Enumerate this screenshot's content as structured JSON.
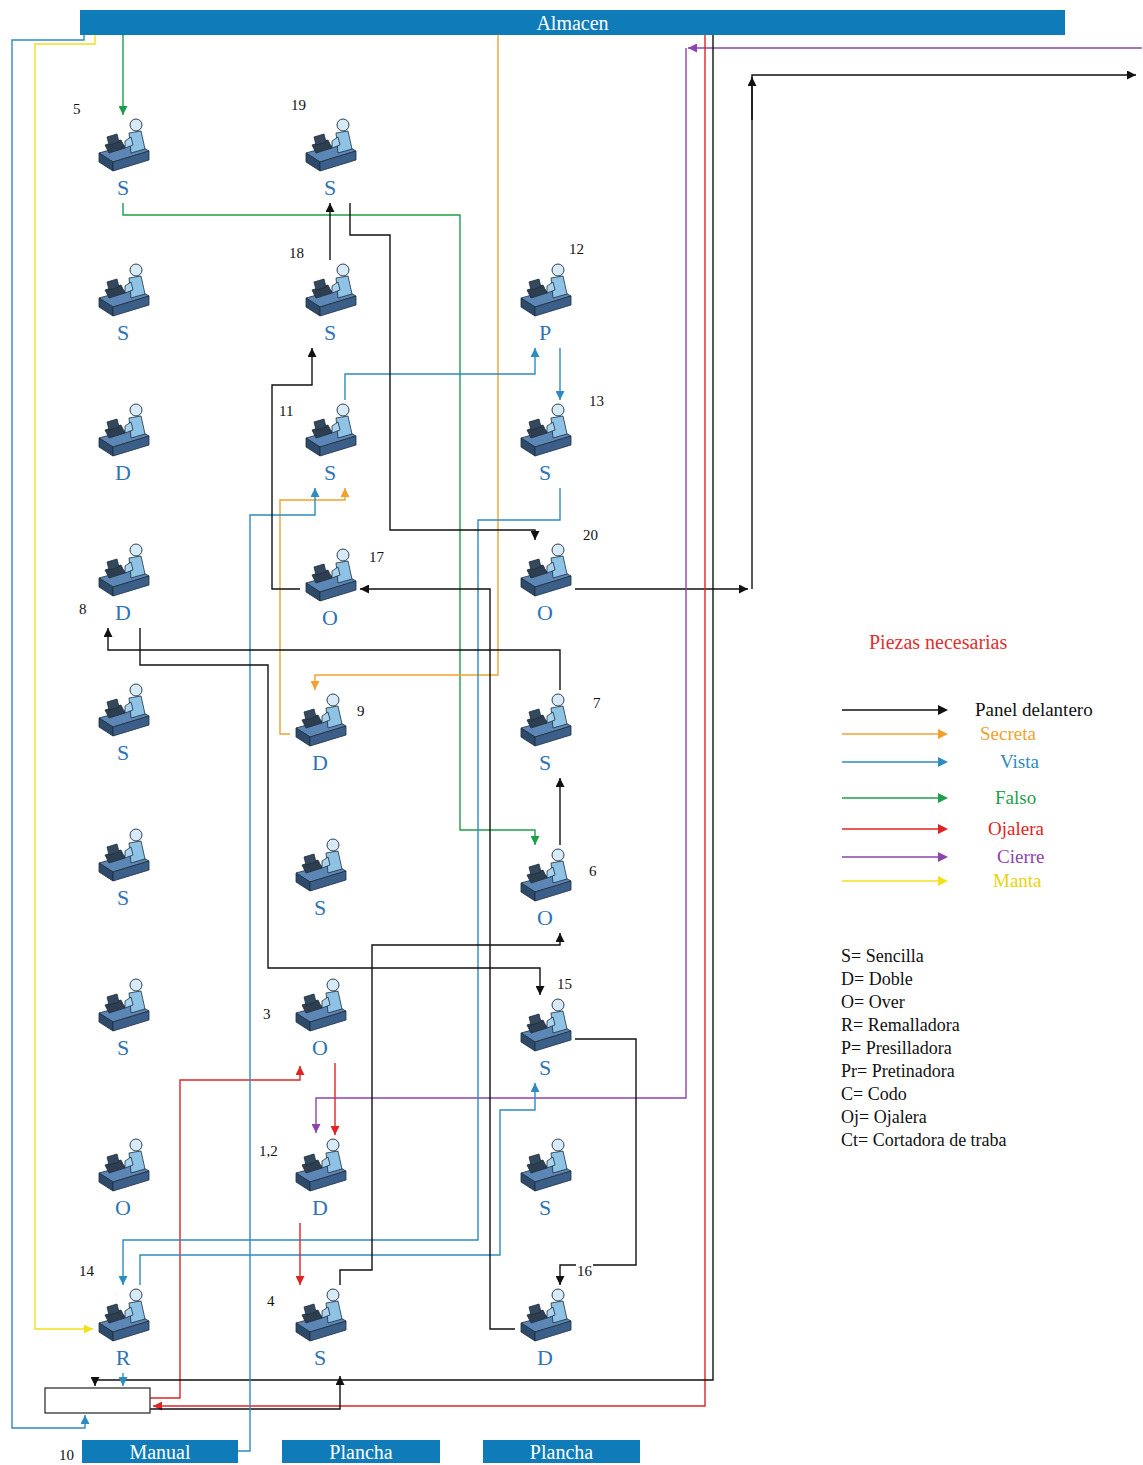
{
  "diagram": {
    "nodes": [
      {
        "text": [
          "Almacen"
        ]
      },
      {
        "text": [
          "S"
        ]
      },
      {
        "text": [
          "S"
        ]
      },
      {
        "text": [
          "S"
        ]
      },
      {
        "text": [
          "S"
        ]
      },
      {
        "text": [
          "P"
        ]
      },
      {
        "text": [
          "D"
        ]
      },
      {
        "text": [
          "S"
        ]
      },
      {
        "text": [
          "S"
        ]
      },
      {
        "text": [
          "D"
        ]
      },
      {
        "text": [
          "O"
        ]
      },
      {
        "text": [
          "O"
        ]
      },
      {
        "text": [
          "S"
        ]
      },
      {
        "text": [
          "D"
        ]
      },
      {
        "text": [
          "S"
        ]
      },
      {
        "text": [
          "S"
        ]
      },
      {
        "text": [
          "S"
        ]
      },
      {
        "text": [
          "O"
        ]
      },
      {
        "text": [
          "S"
        ]
      },
      {
        "text": [
          "O"
        ]
      },
      {
        "text": [
          "S"
        ]
      },
      {
        "text": [
          "O"
        ]
      },
      {
        "text": [
          "D"
        ]
      },
      {
        "text": [
          "S"
        ]
      },
      {
        "text": [
          "R"
        ]
      },
      {
        "text": [
          "S"
        ]
      },
      {
        "text": [
          "D"
        ]
      },
      {
        "text": [
          "Manual"
        ]
      },
      {
        "text": [
          "Plancha"
        ]
      },
      {
        "text": [
          "Plancha"
        ]
      }
    ],
    "edges": [
      {
        "from": 0,
        "to": 1,
        "arrow": "to"
      },
      {
        "from": 1,
        "to": 17,
        "arrow": "to"
      },
      {
        "from": 0,
        "to": 13,
        "arrow": "to"
      },
      {
        "from": 13,
        "to": 7,
        "arrow": "to"
      },
      {
        "from": 27,
        "to": 7,
        "arrow": "to"
      },
      {
        "from": 7,
        "to": 5,
        "arrow": "to"
      },
      {
        "from": 5,
        "to": 8,
        "arrow": "to"
      },
      {
        "from": 8,
        "to": 24,
        "arrow": "to"
      },
      {
        "from": 24,
        "to": 20,
        "arrow": "to"
      },
      {
        "from": 0,
        "to": 24,
        "arrow": "to"
      },
      {
        "from": 19,
        "to": 22,
        "arrow": "to"
      },
      {
        "from": 22,
        "to": 25,
        "arrow": "to"
      },
      {
        "from": 25,
        "to": 17,
        "arrow": "to"
      },
      {
        "from": 17,
        "to": 14,
        "arrow": "to"
      },
      {
        "from": 14,
        "to": 9,
        "arrow": "to"
      },
      {
        "from": 9,
        "to": 20,
        "arrow": "to"
      },
      {
        "from": 20,
        "to": 26,
        "arrow": "to"
      },
      {
        "from": 26,
        "to": 10,
        "arrow": "to"
      },
      {
        "from": 10,
        "to": 4,
        "arrow": "to"
      },
      {
        "from": 4,
        "to": 2,
        "arrow": "to"
      },
      {
        "from": 2,
        "to": 11,
        "arrow": "to"
      }
    ],
    "labels": [
      "5",
      "19",
      "12",
      "18",
      "11",
      "13",
      "20",
      "17",
      "8",
      "7",
      "9",
      "6",
      "15",
      "3",
      "1,2",
      "14",
      "4",
      "16",
      "10",
      "Piezas necesarias",
      "S= Sencilla",
      "D= Doble",
      "O= Over",
      "R= Remalladora",
      "P= Presilladora",
      "Pr= Pretinadora",
      "C= Codo",
      "Oj= Ojalera",
      "Ct= Cortadora de traba"
    ],
    "legend": [
      {
        "text": "Panel delantero"
      },
      {
        "text": "Secreta"
      },
      {
        "text": "Vista"
      },
      {
        "text": "Falso"
      },
      {
        "text": "Ojalera"
      },
      {
        "text": "Cierre"
      },
      {
        "text": "Manta"
      }
    ]
  }
}
